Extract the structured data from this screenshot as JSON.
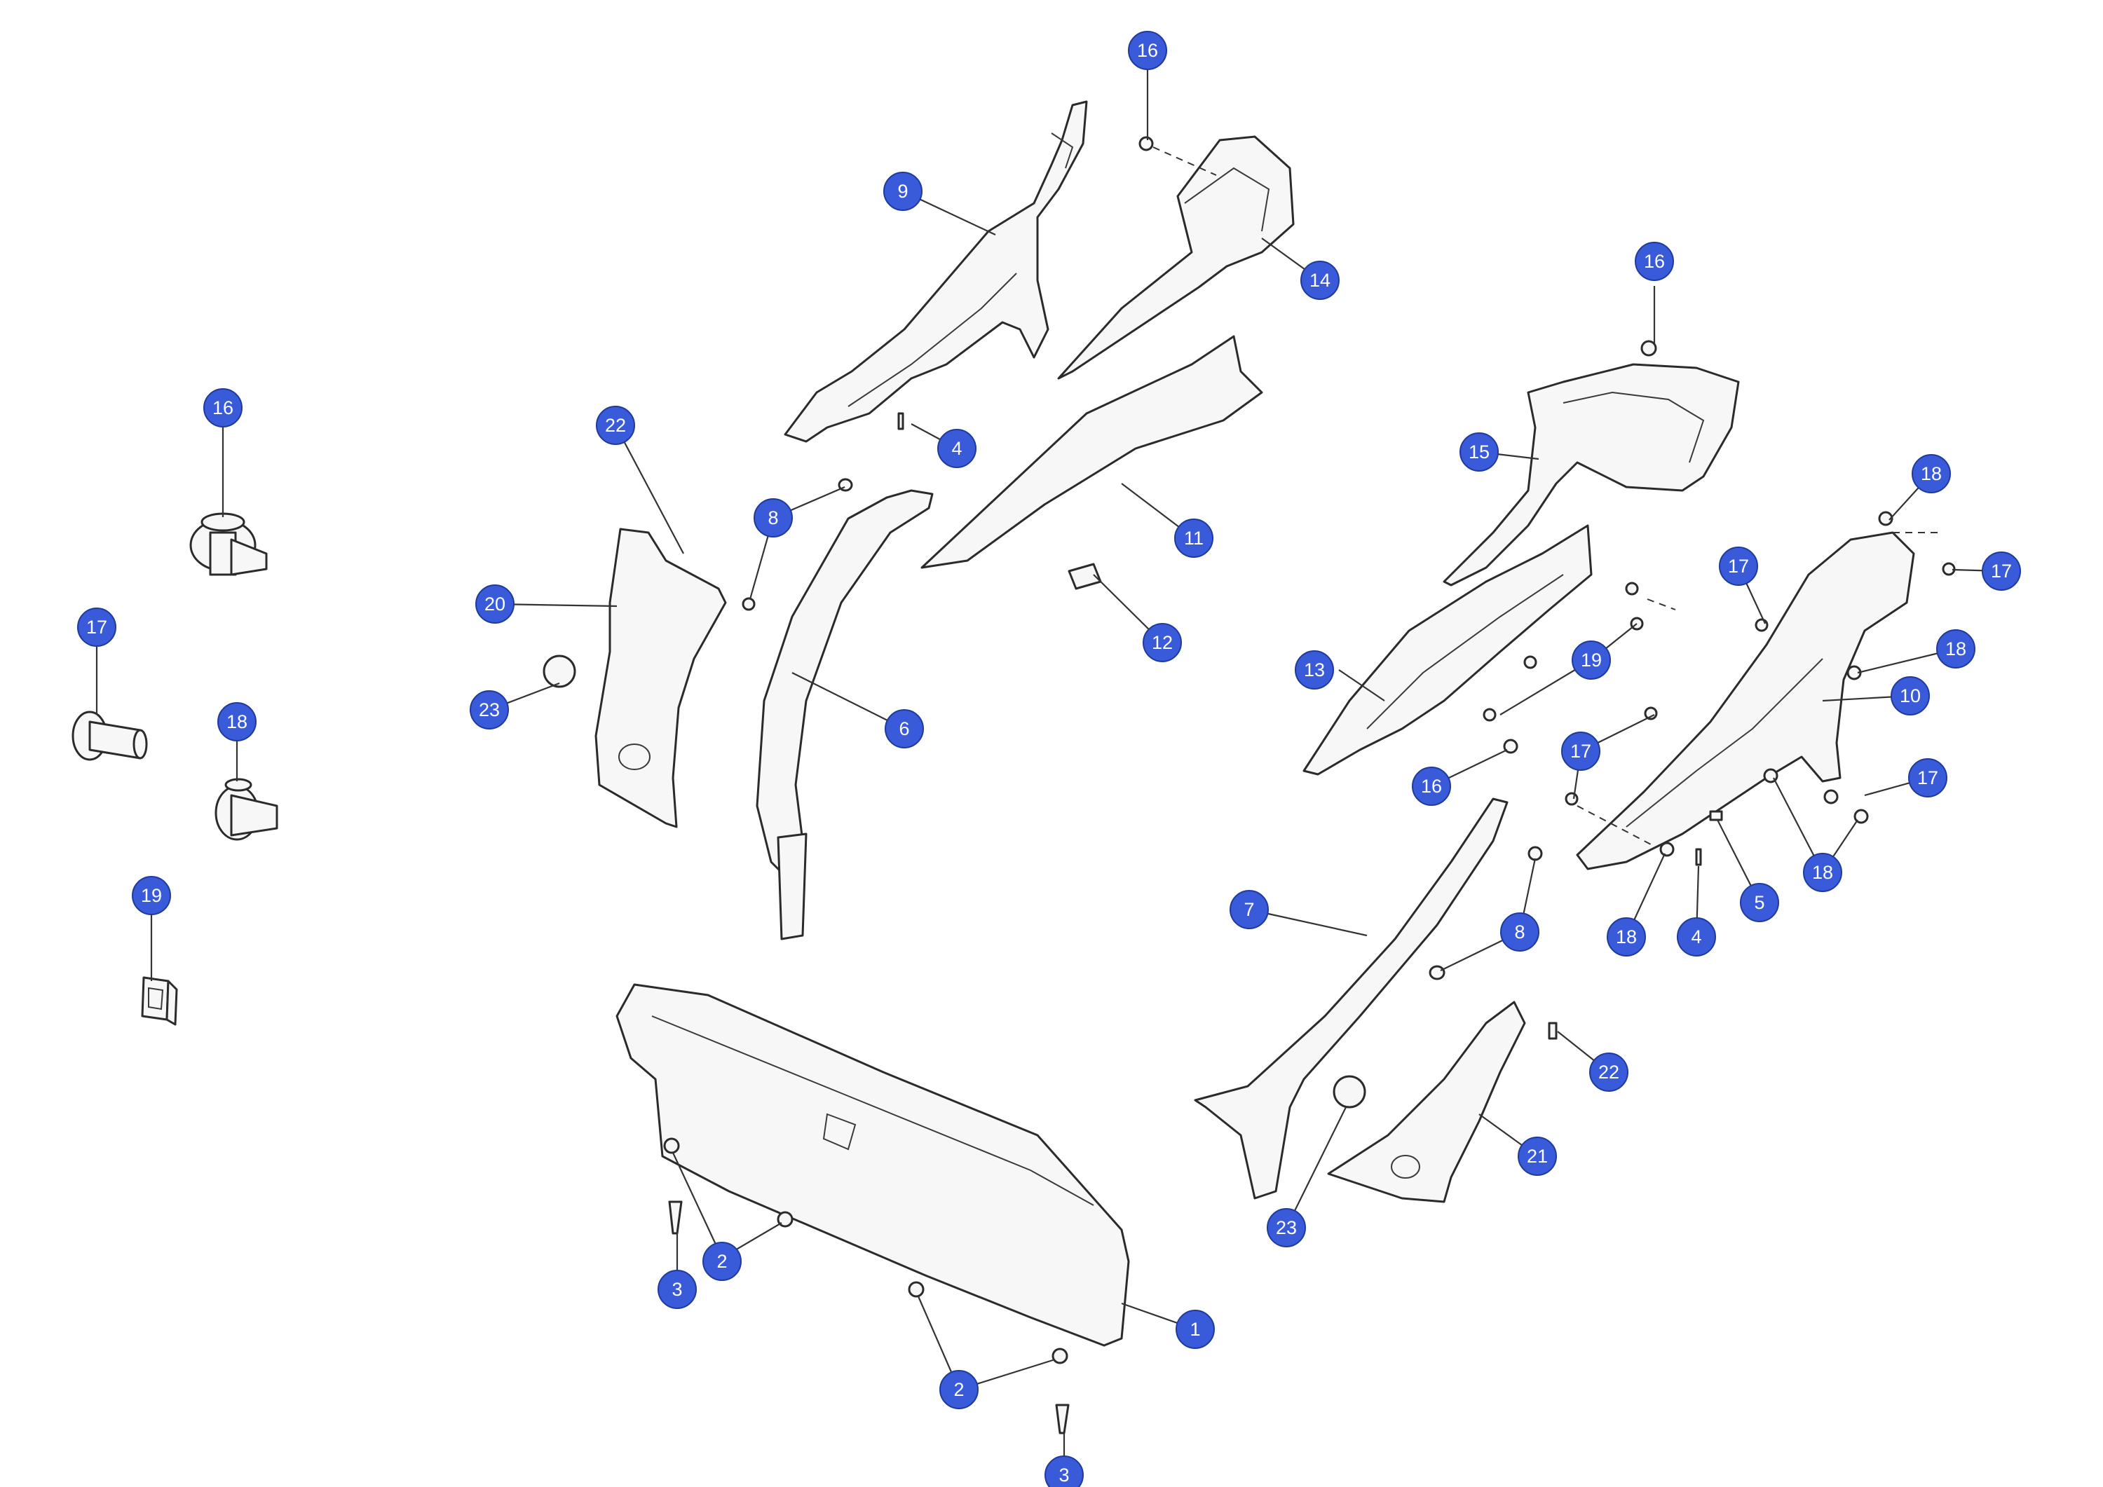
{
  "callouts": [
    {
      "id": "c16a",
      "label": "16"
    },
    {
      "id": "c9",
      "label": "9"
    },
    {
      "id": "c14",
      "label": "14"
    },
    {
      "id": "c4a",
      "label": "4"
    },
    {
      "id": "c16b",
      "label": "16"
    },
    {
      "id": "c16c",
      "label": "16"
    },
    {
      "id": "c22a",
      "label": "22"
    },
    {
      "id": "c15",
      "label": "15"
    },
    {
      "id": "c8a",
      "label": "8"
    },
    {
      "id": "c11",
      "label": "11"
    },
    {
      "id": "c18a",
      "label": "18"
    },
    {
      "id": "c20",
      "label": "20"
    },
    {
      "id": "c17a",
      "label": "17"
    },
    {
      "id": "c17b",
      "label": "17"
    },
    {
      "id": "c12",
      "label": "12"
    },
    {
      "id": "c17c",
      "label": "17"
    },
    {
      "id": "c19a",
      "label": "19"
    },
    {
      "id": "c18b",
      "label": "18"
    },
    {
      "id": "c13",
      "label": "13"
    },
    {
      "id": "c10",
      "label": "10"
    },
    {
      "id": "c23a",
      "label": "23"
    },
    {
      "id": "c18c",
      "label": "18"
    },
    {
      "id": "c6",
      "label": "6"
    },
    {
      "id": "c17d",
      "label": "17"
    },
    {
      "id": "c16d",
      "label": "16"
    },
    {
      "id": "c17e",
      "label": "17"
    },
    {
      "id": "c18d",
      "label": "18"
    },
    {
      "id": "c19b",
      "label": "19"
    },
    {
      "id": "c5",
      "label": "5"
    },
    {
      "id": "c7",
      "label": "7"
    },
    {
      "id": "c8b",
      "label": "8"
    },
    {
      "id": "c18e",
      "label": "18"
    },
    {
      "id": "c4b",
      "label": "4"
    },
    {
      "id": "c22b",
      "label": "22"
    },
    {
      "id": "c21",
      "label": "21"
    },
    {
      "id": "c23b",
      "label": "23"
    },
    {
      "id": "c2a",
      "label": "2"
    },
    {
      "id": "c3a",
      "label": "3"
    },
    {
      "id": "c1",
      "label": "1"
    },
    {
      "id": "c2b",
      "label": "2"
    },
    {
      "id": "c3b",
      "label": "3"
    }
  ],
  "colors": {
    "badge_fill": "#3a5bd9",
    "badge_text": "#ffffff",
    "line": "#2b2b2b",
    "part_fill": "#f7f7f7"
  }
}
